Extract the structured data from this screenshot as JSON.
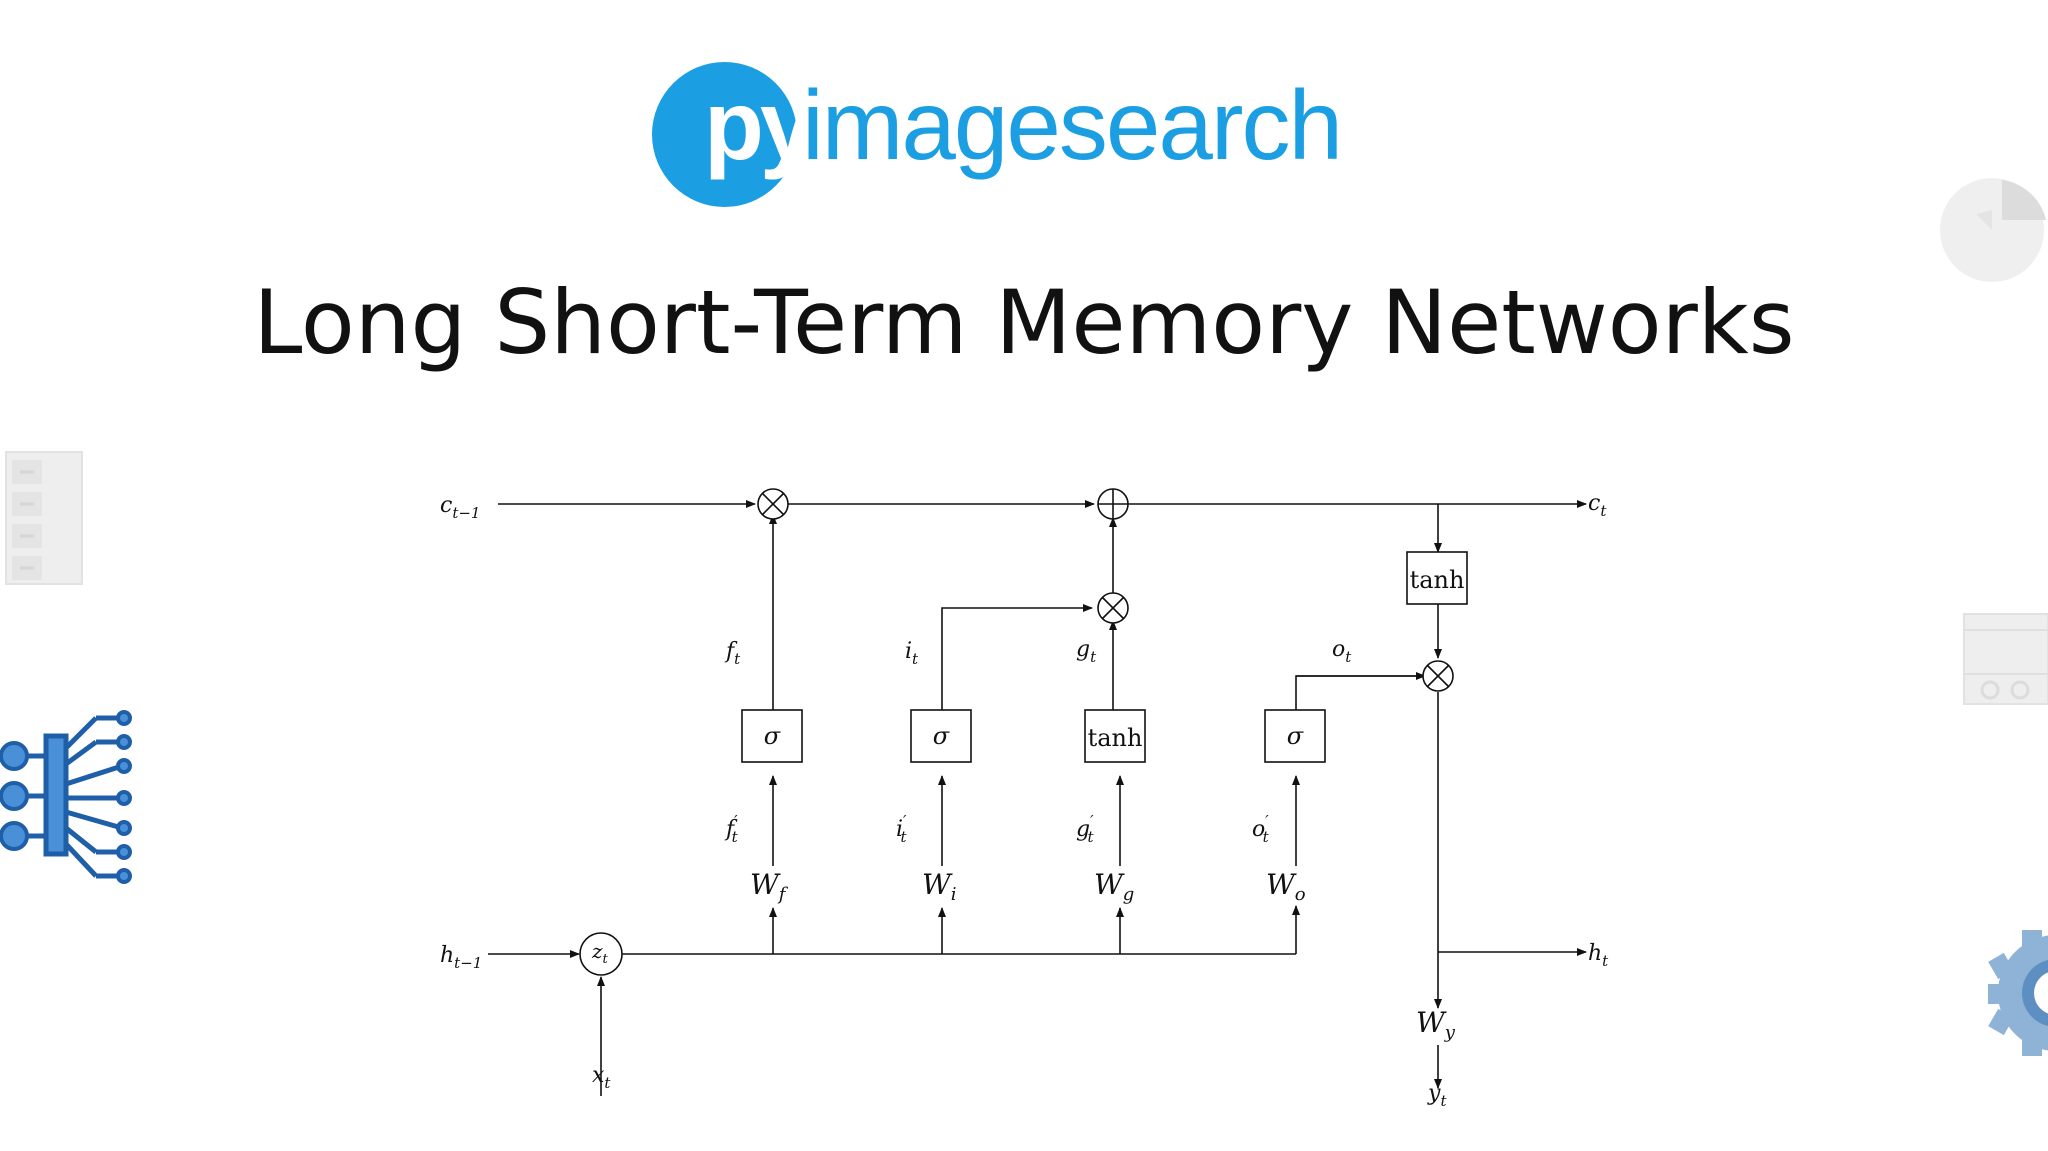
{
  "logo": {
    "prefix": "py",
    "rest": "imagesearch",
    "brand_color": "#1c9ee3"
  },
  "title": "Long Short-Term Memory Networks",
  "diagram": {
    "inputs": {
      "c_prev": "c",
      "c_prev_sub": "t−1",
      "h_prev": "h",
      "h_prev_sub": "t−1",
      "x": "x",
      "x_sub": "t",
      "z": "z",
      "z_sub": "t"
    },
    "outputs": {
      "c": "c",
      "c_sub": "t",
      "h": "h",
      "h_sub": "t",
      "y": "y",
      "y_sub": "t"
    },
    "gates": {
      "f": {
        "label": "f",
        "pre": "f",
        "weight": "W",
        "weight_sub": "f",
        "activation": "σ"
      },
      "i": {
        "label": "i",
        "pre": "i",
        "weight": "W",
        "weight_sub": "i",
        "activation": "σ"
      },
      "g": {
        "label": "g",
        "pre": "g",
        "weight": "W",
        "weight_sub": "g",
        "activation": "tanh"
      },
      "o": {
        "label": "o",
        "pre": "o",
        "weight": "W",
        "weight_sub": "o",
        "activation": "σ"
      }
    },
    "sub_t": "t",
    "prime": "′",
    "cell_tanh": "tanh",
    "output_weight": "W",
    "output_weight_sub": "y"
  },
  "decorations": {
    "circuit_color": "#1f5fa8",
    "faded_color": "#dddddd"
  }
}
